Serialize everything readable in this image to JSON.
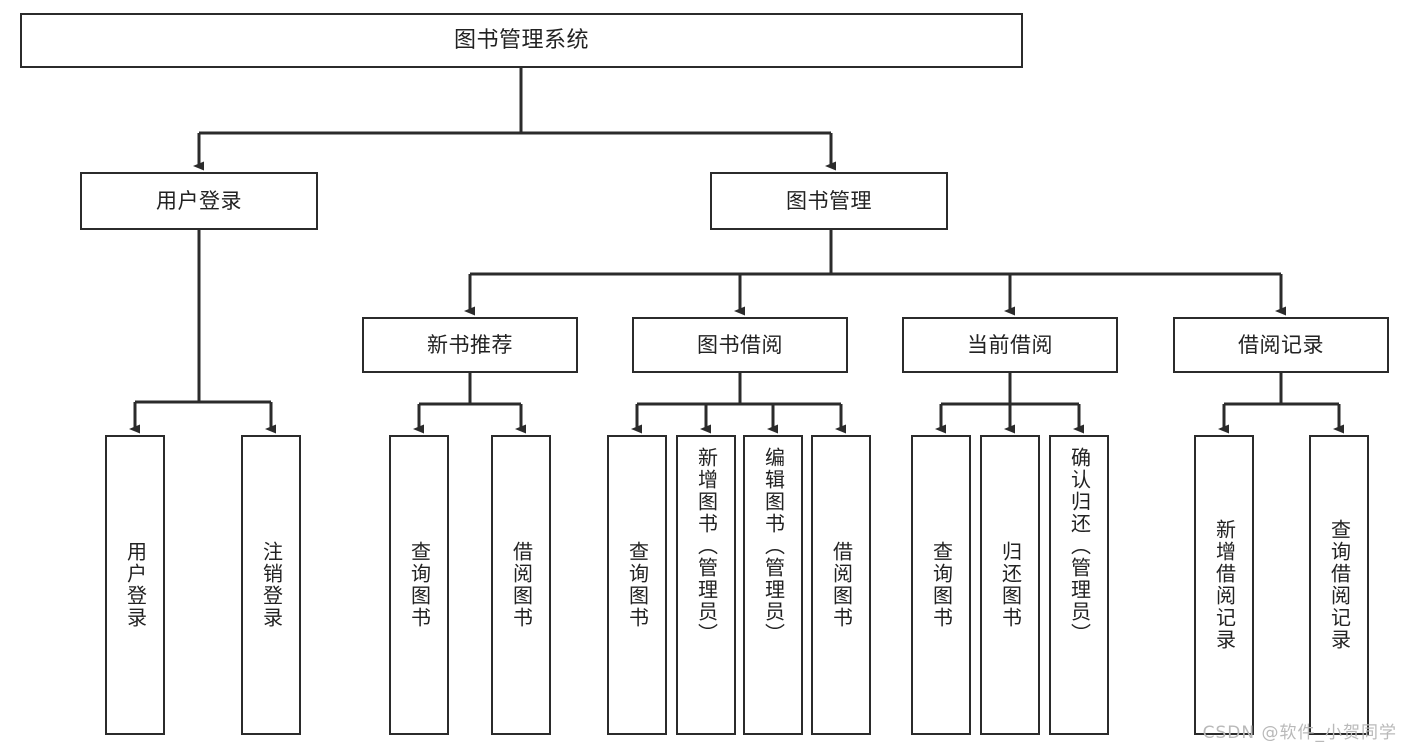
{
  "diagram": {
    "type": "tree-hierarchy-chart",
    "title": "图书管理系统",
    "background_color": "#ffffff",
    "line_color": "#2b2b2b",
    "box_border_color": "#2b2b2b",
    "text_color": "#222222"
  },
  "nodes": {
    "root": {
      "label": "图书管理系统"
    },
    "level1": [
      {
        "label": "用户登录"
      },
      {
        "label": "图书管理"
      }
    ],
    "level2": [
      {
        "label": "新书推荐"
      },
      {
        "label": "图书借阅"
      },
      {
        "label": "当前借阅"
      },
      {
        "label": "借阅记录"
      }
    ],
    "leaves": {
      "user_login": [
        {
          "label": "用户登录"
        },
        {
          "label": "注销登录"
        }
      ],
      "new_book_recommend": [
        {
          "label": "查询图书"
        },
        {
          "label": "借阅图书"
        }
      ],
      "book_borrow": [
        {
          "label": "查询图书"
        },
        {
          "label": "新增图书（管理员）"
        },
        {
          "label": "编辑图书（管理员）"
        },
        {
          "label": "借阅图书"
        }
      ],
      "current_borrow": [
        {
          "label": "查询图书"
        },
        {
          "label": "归还图书"
        },
        {
          "label": "确认归还（管理员）"
        }
      ],
      "borrow_record": [
        {
          "label": "新增借阅记录"
        },
        {
          "label": "查询借阅记录"
        }
      ]
    }
  },
  "watermark": {
    "text": "CSDN @软件_小贺同学"
  }
}
